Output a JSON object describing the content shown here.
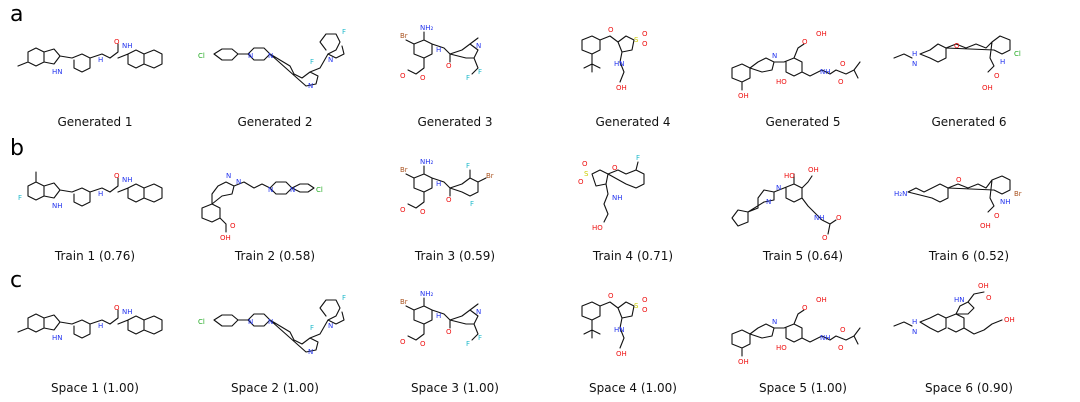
{
  "panels": [
    {
      "letter": "a",
      "captions": [
        "Generated 1",
        "Generated 2",
        "Generated 3",
        "Generated 4",
        "Generated 5",
        "Generated 6"
      ]
    },
    {
      "letter": "b",
      "captions": [
        "Train 1 (0.76)",
        "Train 2 (0.58)",
        "Train 3 (0.59)",
        "Train 4 (0.71)",
        "Train 5 (0.64)",
        "Train 6 (0.52)"
      ]
    },
    {
      "letter": "c",
      "captions": [
        "Space 1 (1.00)",
        "Space 2 (1.00)",
        "Space 3 (1.00)",
        "Space 4 (1.00)",
        "Space 5 (1.00)",
        "Space 6 (0.90)"
      ]
    }
  ],
  "colors": {
    "carbon": "#111111",
    "nitrogen": "#2233ee",
    "oxygen": "#ee1111",
    "fluorine": "#22bbcc",
    "chlorine": "#22aa22",
    "bromine": "#aa5522",
    "sulfur": "#cccc00"
  },
  "atom_labels": {
    "NH": "NH",
    "HN": "HN",
    "H": "H",
    "N": "N",
    "O": "O",
    "F": "F",
    "Cl": "Cl",
    "Br": "Br",
    "S": "S",
    "OH": "OH",
    "HO": "HO",
    "NH2": "NH₂",
    "H2N": "H₂N"
  }
}
